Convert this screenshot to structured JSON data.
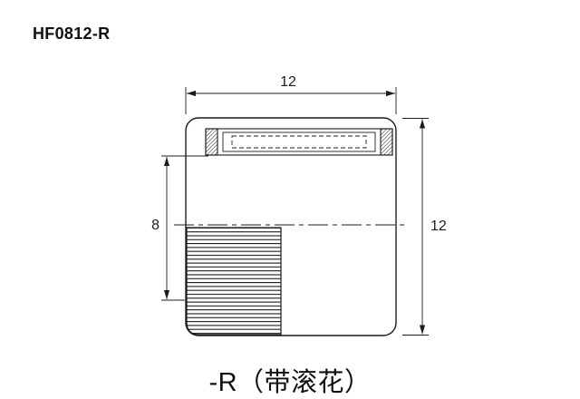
{
  "header": {
    "part_number": "HF0812-R"
  },
  "drawing": {
    "dim_width_label": "12",
    "dim_od_label": "12",
    "dim_bore_label": "8"
  },
  "caption": {
    "text": "-R（带滚花）"
  },
  "colors": {
    "line": "#1c1c1c",
    "background": "#ffffff"
  }
}
